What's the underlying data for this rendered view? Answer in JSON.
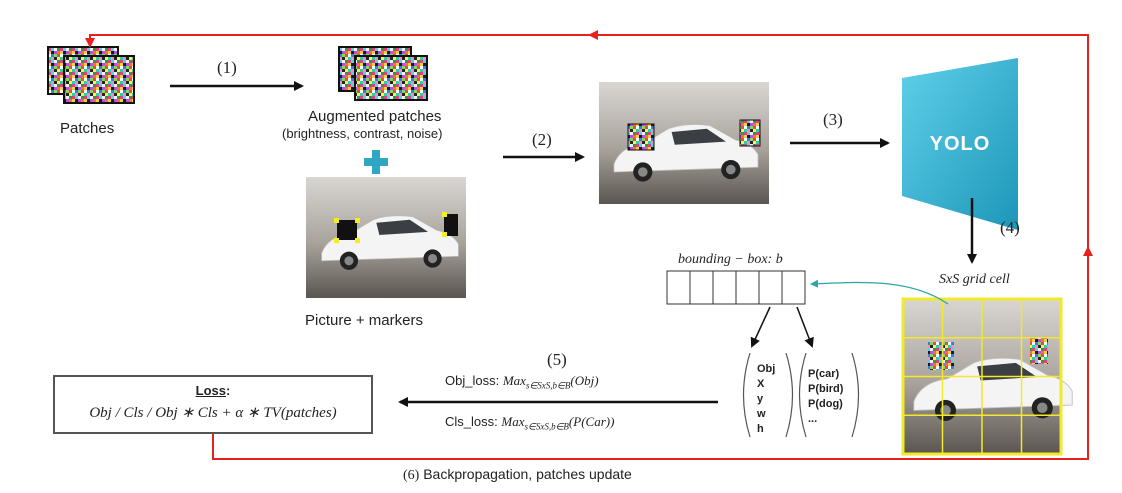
{
  "colors": {
    "feedback_red": "#e8201e",
    "grid_yellow": "#f1e92a",
    "yolo_fill": "#2bb0cf",
    "plus_teal": "#2fa6c4",
    "connector_teal": "#2aa6a6",
    "marker_yellow": "#f4ef1b"
  },
  "steps": {
    "s1": "(1)",
    "s2": "(2)",
    "s3": "(3)",
    "s4": "(4)",
    "s5": "(5)",
    "s6_num": "(6)",
    "s6_text": "Backpropagation, patches update"
  },
  "patches": {
    "label": "Patches"
  },
  "augmented": {
    "title": "Augmented patches",
    "subtitle": "(brightness, contrast, noise)"
  },
  "picture": {
    "label": "Picture + markers"
  },
  "yolo": {
    "label": "YOLO"
  },
  "grid": {
    "label": "SxS grid cell",
    "rows": 4,
    "cols": 4
  },
  "bbox": {
    "label": "bounding − box: b",
    "cells": 6
  },
  "vectors": {
    "obj": [
      "Obj",
      "X",
      "y",
      "w",
      "h"
    ],
    "cls": [
      "P(car)",
      "P(bird)",
      "P(dog)",
      "..."
    ]
  },
  "losses": {
    "obj_name": "Obj_loss:",
    "obj_formula": "Max",
    "obj_sub": "s∈SxS,b∈B",
    "obj_arg": "(Obj)",
    "cls_name": "Cls_loss:",
    "cls_formula": "Max",
    "cls_sub": "s∈SxS,b∈B",
    "cls_arg": "(P(Car))"
  },
  "loss_box": {
    "title": "Loss",
    "colon": ":",
    "formula": "Obj / Cls / Obj ∗ Cls + α ∗ TV(patches)"
  }
}
